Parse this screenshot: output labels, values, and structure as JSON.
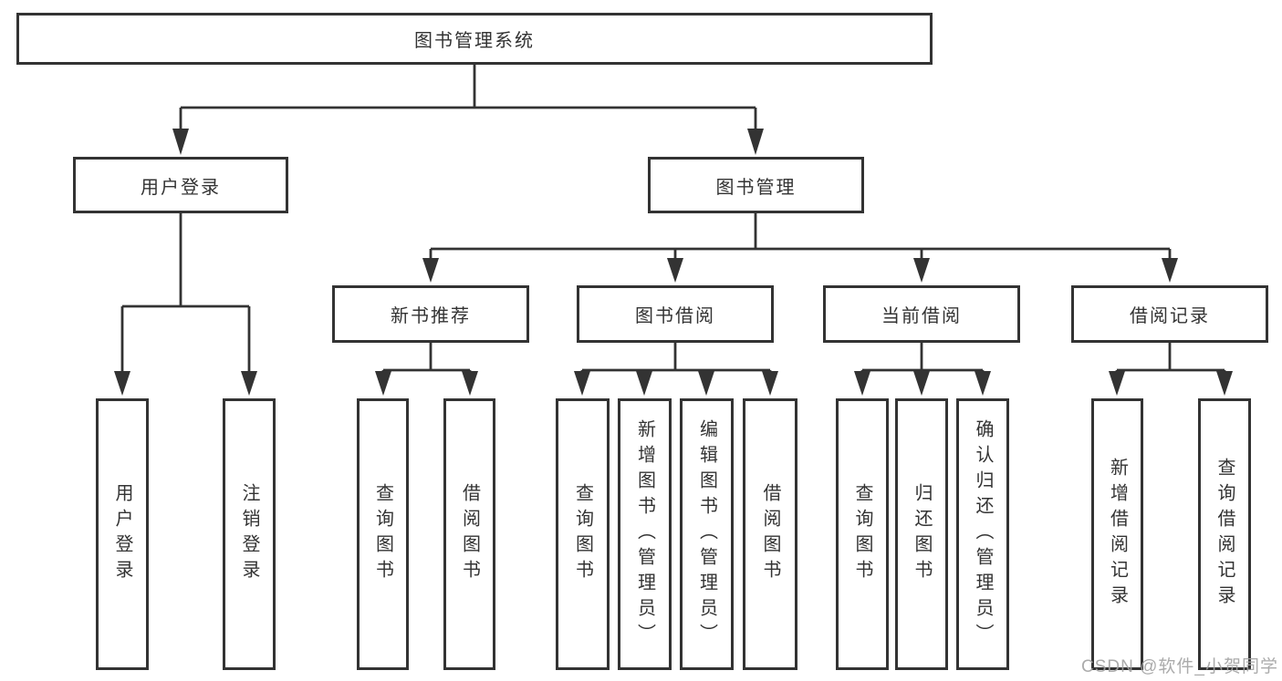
{
  "diagram": {
    "type": "hierarchy",
    "root": {
      "label": "图书管理系统"
    },
    "level2": [
      {
        "label": "用户登录",
        "parent": "图书管理系统"
      },
      {
        "label": "图书管理",
        "parent": "图书管理系统"
      }
    ],
    "level3": [
      {
        "label": "新书推荐",
        "parent": "图书管理"
      },
      {
        "label": "图书借阅",
        "parent": "图书管理"
      },
      {
        "label": "当前借阅",
        "parent": "图书管理"
      },
      {
        "label": "借阅记录",
        "parent": "图书管理"
      }
    ],
    "leaves": [
      {
        "label": "用户登录",
        "parent": "用户登录"
      },
      {
        "label": "注销登录",
        "parent": "用户登录"
      },
      {
        "label": "查询图书",
        "parent": "新书推荐"
      },
      {
        "label": "借阅图书",
        "parent": "新书推荐"
      },
      {
        "label": "查询图书",
        "parent": "图书借阅"
      },
      {
        "label": "新增图书（管理员）",
        "parent": "图书借阅"
      },
      {
        "label": "编辑图书（管理员）",
        "parent": "图书借阅"
      },
      {
        "label": "借阅图书",
        "parent": "图书借阅"
      },
      {
        "label": "查询图书",
        "parent": "当前借阅"
      },
      {
        "label": "归还图书",
        "parent": "当前借阅"
      },
      {
        "label": "确认归还（管理员）",
        "parent": "当前借阅"
      },
      {
        "label": "新增借阅记录",
        "parent": "借阅记录"
      },
      {
        "label": "查询借阅记录",
        "parent": "借阅记录"
      }
    ]
  },
  "colors": {
    "line": "#333333",
    "text": "#333333",
    "box_fill": "#ffffff",
    "background": "#ffffff",
    "watermark": "#a2a2a2"
  },
  "watermark": {
    "text": "CSDN @软件_小贺同学"
  }
}
